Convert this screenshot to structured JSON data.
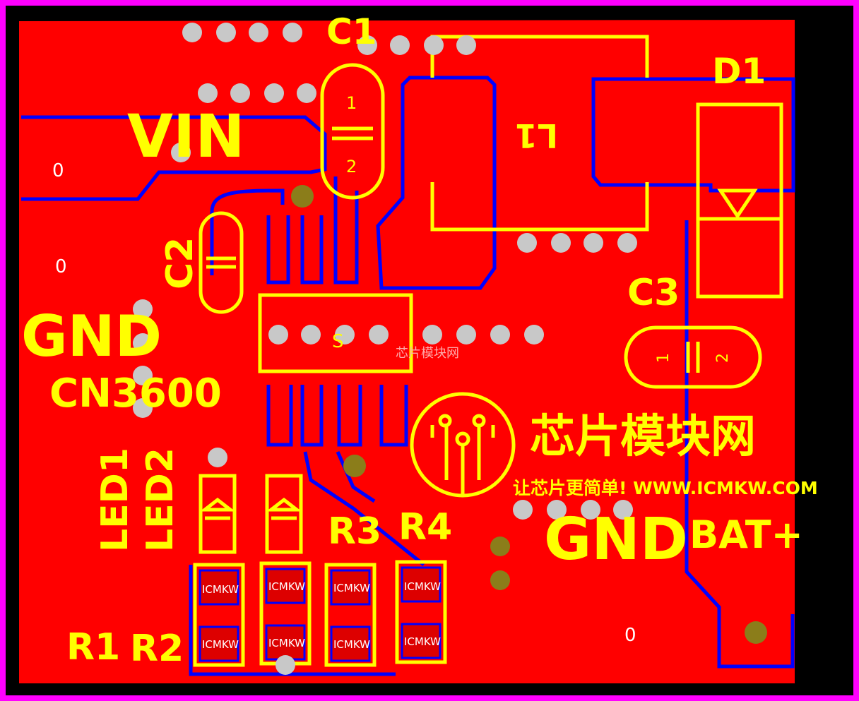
{
  "colors": {
    "outline": "#ff00ff",
    "copper_top": "#ff0000",
    "copper_bottom": "#0000ff",
    "silkscreen": "#ffff00",
    "via": "#c0c0c0",
    "pad_gold": "#8b7d1a",
    "background": "#000000"
  },
  "labels": {
    "c1": "C1",
    "c2": "C2",
    "c3": "C3",
    "d1": "D1",
    "l1": "L1",
    "vin": "VIN",
    "gnd_left": "GND",
    "gnd_right": "GND",
    "chip": "CN3600",
    "led1": "LED1",
    "led2": "LED2",
    "r1": "R1",
    "r2": "R2",
    "r3": "R3",
    "r4": "R4",
    "bat": "BAT+",
    "pin1": "1",
    "pin2": "2",
    "zero": "0",
    "resistor_text": "ICMKW",
    "watermark_small": "芯片模块网",
    "logo_cn": "芯片模块网",
    "logo_slogan": "让芯片更简单! WWW.ICMKW.COM",
    "u_mark": "S"
  }
}
